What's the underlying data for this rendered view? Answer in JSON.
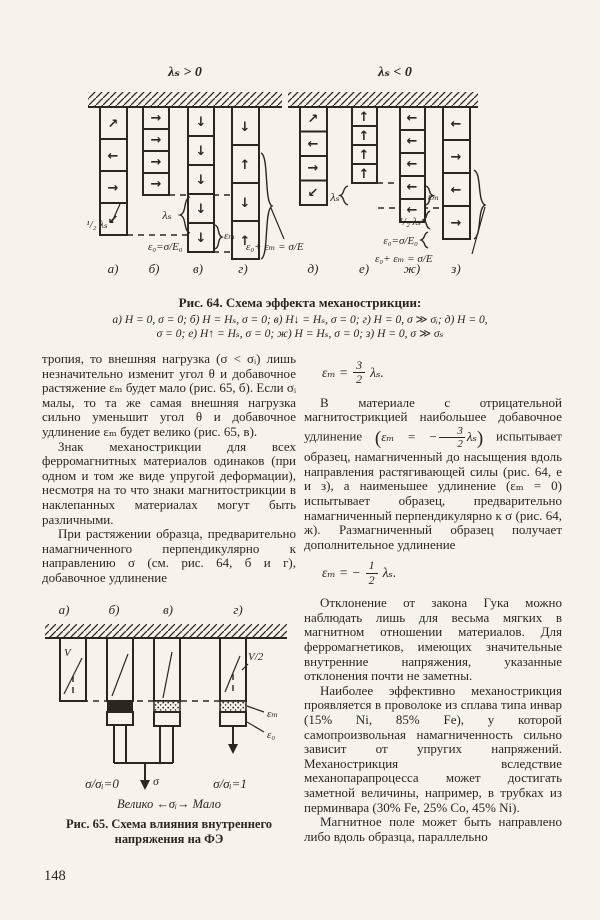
{
  "page": {
    "number": "148"
  },
  "fig64": {
    "left_condition": "λₛ > 0",
    "right_condition": "λₛ < 0",
    "left_letters": [
      "а)",
      "б)",
      "в)",
      "г)"
    ],
    "right_letters": [
      "д)",
      "е)",
      "ж)",
      "з)"
    ],
    "left_arrows": {
      "a": [
        "↗",
        "←",
        "→",
        "↙"
      ],
      "b": [
        "→",
        "→",
        "→",
        "→"
      ],
      "v": [
        "↓",
        "↓",
        "↓",
        "↓",
        "↓"
      ],
      "g": [
        "↓",
        "↑",
        "↓",
        "↑"
      ]
    },
    "right_arrows": {
      "d": [
        "↗",
        "←",
        "→",
        "↙"
      ],
      "e": [
        "↑",
        "↑",
        "↑",
        "↑"
      ],
      "zh": [
        "←",
        "←",
        "←",
        "←",
        "←"
      ],
      "z": [
        "←",
        "→",
        "←",
        "→"
      ]
    },
    "labels": {
      "half_ls": "¹/₂ λₛ",
      "ls": "λₛ",
      "em": "εₘ",
      "e0": "ε₀=σ/E₀",
      "e0_em": "ε₀+ εₘ = σ/E"
    },
    "caption": {
      "title": "Рис. 64. Схема эффекта механострикции:",
      "line1": "а) Н = 0, σ = 0; б) Н = Нₛ, σ = 0; в) Н↓ = Нₛ, σ = 0; г) Н = 0, σ ≫ σᵢ; д) Н = 0,",
      "line2": "σ = 0; е) Н↑ = Нₛ, σ = 0; ж) Н = Нₛ, σ = 0; з) Н = 0, σ ≫ σₛ"
    }
  },
  "left_column": {
    "para1": "тропия, то внешняя нагрузка (σ < σᵢ) лишь незначительно изменит угол θ и добавочное растяжение εₘ будет мало (рис. 65, б). Если σᵢ малы, то та же самая внешняя нагрузка сильно уменьшит угол θ и добавочное удлинение εₘ будет велико (рис. 65, в).",
    "para2": "Знак механострикции для всех ферромагнитных материалов одинаков (при одном и том же виде упругой деформации), несмотря на то что знаки магнитострикции в наклепанных материалах могут быть различными.",
    "para3": "При растяжении образца, предварительно намагниченного перпендикулярно к направлению σ (см. рис. 64, б и г), добавочное удлинение"
  },
  "fig65": {
    "letters": [
      "а)",
      "б)",
      "в)",
      "г)"
    ],
    "labels": {
      "v": "V",
      "v2": "V/2",
      "em": "εₘ",
      "e0": "ε₀",
      "ratio0": "σ/σᵢ=0",
      "sigma": "σ",
      "ratio1": "σ/σᵢ=1",
      "axis": "Велико ←σᵢ→ Мало"
    },
    "caption_line1": "Рис. 65. Схема влияния внутреннего",
    "caption_line2": "напряжения на ФЭ"
  },
  "right_column": {
    "formula1": {
      "lhs": "εₘ =",
      "num": "3",
      "den": "2",
      "rhs": "λₛ."
    },
    "para1": {
      "pre": "В материале с отрицательной магнитострикцией наибольшее добавочное удлинение ",
      "open": "(",
      "inner_lhs": "εₘ = −",
      "num": "3",
      "den": "2",
      "inner_rhs": "λₛ",
      "close": ")",
      "post": " испытывает образец, намагниченный до насыщения вдоль направления растягивающей силы (рис. 64, е и з), а наименьшее удлинение (εₘ = 0) испытывает образец, предварительно намагниченный перпендикулярно к σ (рис. 64, ж). Размагниченный образец получает дополнительное удлинение"
    },
    "formula2": {
      "lhs": "εₘ = −",
      "num": "1",
      "den": "2",
      "rhs": "λₛ."
    },
    "para2": "Отклонение от закона Гука можно наблюдать лишь для весьма мягких в магнитном отношении материалов. Для ферромагнетиков, имеющих значительные внутренние напряжения, указанные отклонения почти не заметны.",
    "para3": "Наиболее эффективно механострикция проявляется в проволоке из сплава типа инвар (15% Ni, 85% Fe), у которой самопроизвольная намагниченность сильно зависит от упругих напряжений. Механострикция вследствие механопарапроцесса может достигать заметной величины, например, в трубках из перминвара (30% Fe, 25% Co, 45% Ni).",
    "para4": "Магнитное поле может быть направлено либо вдоль образца, параллельно"
  }
}
